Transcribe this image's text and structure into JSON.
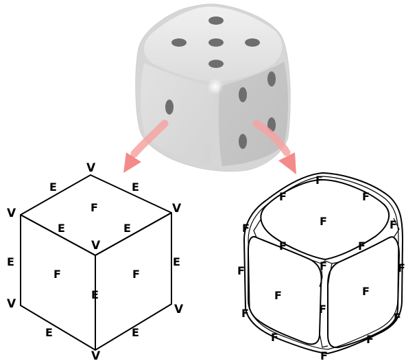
{
  "colors": {
    "arrow": "#f48a8a",
    "die_top": "#e6e6e6",
    "die_side": "#cfcfcf",
    "pip": "#6e6e6e",
    "line": "#000000"
  },
  "die_icon": "six-sided-die-icon",
  "labels": {
    "v": "V",
    "e": "E",
    "f": "F"
  }
}
